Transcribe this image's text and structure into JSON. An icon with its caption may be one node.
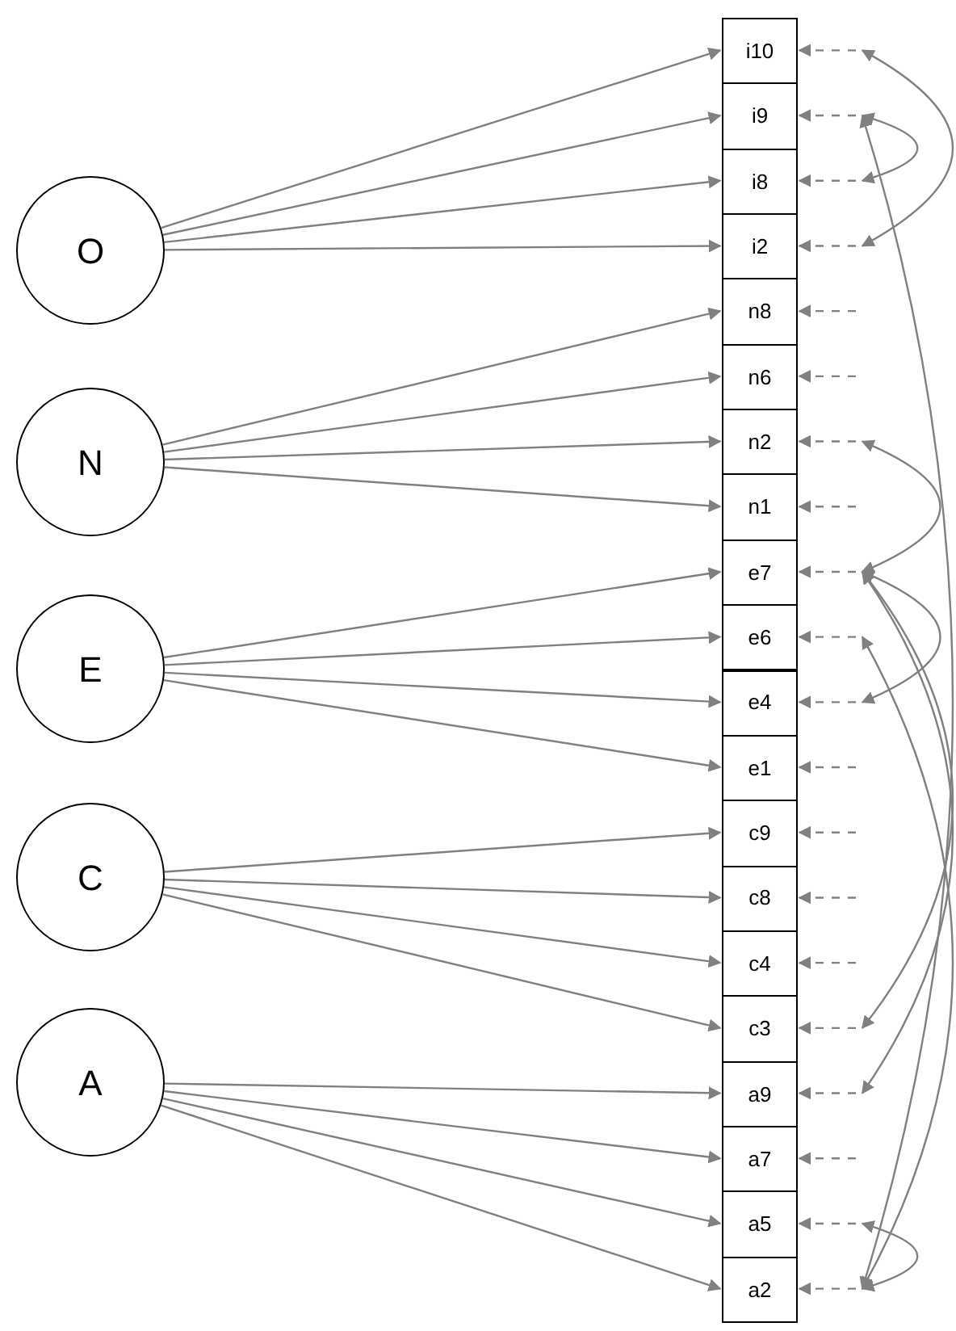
{
  "diagram": {
    "nodes": [
      {
        "text": [
          "O"
        ]
      },
      {
        "text": [
          "N"
        ]
      },
      {
        "text": [
          "E"
        ]
      },
      {
        "text": [
          "C"
        ]
      },
      {
        "text": [
          "A"
        ]
      },
      {
        "text": [
          "i10"
        ]
      },
      {
        "text": [
          "i9"
        ]
      },
      {
        "text": [
          "i8"
        ]
      },
      {
        "text": [
          "i2"
        ]
      },
      {
        "text": [
          "n8"
        ]
      },
      {
        "text": [
          "n6"
        ]
      },
      {
        "text": [
          "n2"
        ]
      },
      {
        "text": [
          "n1"
        ]
      },
      {
        "text": [
          "e7"
        ]
      },
      {
        "text": [
          "e6"
        ]
      },
      {
        "text": [
          "e4"
        ]
      },
      {
        "text": [
          "e1"
        ]
      },
      {
        "text": [
          "c9"
        ]
      },
      {
        "text": [
          "c8"
        ]
      },
      {
        "text": [
          "c4"
        ]
      },
      {
        "text": [
          "c3"
        ]
      },
      {
        "text": [
          "a9"
        ]
      },
      {
        "text": [
          "a7"
        ]
      },
      {
        "text": [
          "a5"
        ]
      },
      {
        "text": [
          "a2"
        ]
      }
    ],
    "edges": [
      {
        "from": 0,
        "to": 5,
        "arrow": "to"
      },
      {
        "from": 0,
        "to": 6,
        "arrow": "to"
      },
      {
        "from": 0,
        "to": 7,
        "arrow": "to"
      },
      {
        "from": 0,
        "to": 8,
        "arrow": "to"
      },
      {
        "from": 1,
        "to": 9,
        "arrow": "to"
      },
      {
        "from": 1,
        "to": 10,
        "arrow": "to"
      },
      {
        "from": 1,
        "to": 11,
        "arrow": "to"
      },
      {
        "from": 1,
        "to": 12,
        "arrow": "to"
      },
      {
        "from": 2,
        "to": 13,
        "arrow": "to"
      },
      {
        "from": 2,
        "to": 14,
        "arrow": "to"
      },
      {
        "from": 2,
        "to": 15,
        "arrow": "to"
      },
      {
        "from": 2,
        "to": 16,
        "arrow": "to"
      },
      {
        "from": 3,
        "to": 17,
        "arrow": "to"
      },
      {
        "from": 3,
        "to": 18,
        "arrow": "to"
      },
      {
        "from": 3,
        "to": 19,
        "arrow": "to"
      },
      {
        "from": 3,
        "to": 20,
        "arrow": "to"
      },
      {
        "from": 4,
        "to": 21,
        "arrow": "to"
      },
      {
        "from": 4,
        "to": 22,
        "arrow": "to"
      },
      {
        "from": 4,
        "to": 23,
        "arrow": "to"
      },
      {
        "from": 4,
        "to": 24,
        "arrow": "to"
      },
      {
        "from": null,
        "to": 5,
        "arrow": "to",
        "style": "dashed"
      },
      {
        "from": null,
        "to": 6,
        "arrow": "to",
        "style": "dashed"
      },
      {
        "from": null,
        "to": 7,
        "arrow": "to",
        "style": "dashed"
      },
      {
        "from": null,
        "to": 8,
        "arrow": "to",
        "style": "dashed"
      },
      {
        "from": null,
        "to": 9,
        "arrow": "to",
        "style": "dashed"
      },
      {
        "from": null,
        "to": 10,
        "arrow": "to",
        "style": "dashed"
      },
      {
        "from": null,
        "to": 11,
        "arrow": "to",
        "style": "dashed"
      },
      {
        "from": null,
        "to": 12,
        "arrow": "to",
        "style": "dashed"
      },
      {
        "from": null,
        "to": 13,
        "arrow": "to",
        "style": "dashed"
      },
      {
        "from": null,
        "to": 14,
        "arrow": "to",
        "style": "dashed"
      },
      {
        "from": null,
        "to": 15,
        "arrow": "to",
        "style": "dashed"
      },
      {
        "from": null,
        "to": 16,
        "arrow": "to",
        "style": "dashed"
      },
      {
        "from": null,
        "to": 17,
        "arrow": "to",
        "style": "dashed"
      },
      {
        "from": null,
        "to": 18,
        "arrow": "to",
        "style": "dashed"
      },
      {
        "from": null,
        "to": 19,
        "arrow": "to",
        "style": "dashed"
      },
      {
        "from": null,
        "to": 20,
        "arrow": "to",
        "style": "dashed"
      },
      {
        "from": null,
        "to": 21,
        "arrow": "to",
        "style": "dashed"
      },
      {
        "from": null,
        "to": 22,
        "arrow": "to",
        "style": "dashed"
      },
      {
        "from": null,
        "to": 23,
        "arrow": "to",
        "style": "dashed"
      },
      {
        "from": null,
        "to": 24,
        "arrow": "to",
        "style": "dashed"
      },
      {
        "from": 5,
        "to": 8,
        "arrow": "both"
      },
      {
        "from": 6,
        "to": 7,
        "arrow": "both"
      },
      {
        "from": 6,
        "to": 24,
        "arrow": "both"
      },
      {
        "from": 11,
        "to": 13,
        "arrow": "both"
      },
      {
        "from": 13,
        "to": 15,
        "arrow": "both"
      },
      {
        "from": 13,
        "to": 20,
        "arrow": "both"
      },
      {
        "from": 13,
        "to": 21,
        "arrow": "both"
      },
      {
        "from": 14,
        "to": 24,
        "arrow": "both"
      },
      {
        "from": 23,
        "to": 24,
        "arrow": "both"
      }
    ]
  }
}
